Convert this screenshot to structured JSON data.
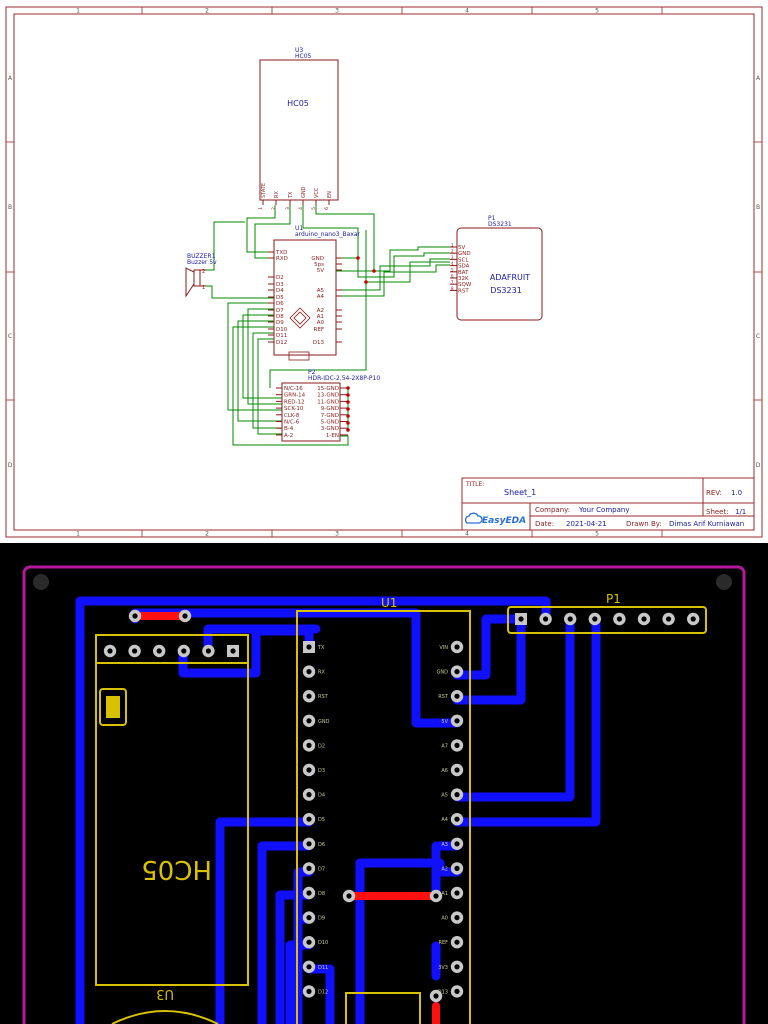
{
  "colors": {
    "frame": "#9b2b2b",
    "symbol": "#8b1a1a",
    "wire": "#008800",
    "label_blue": "#1a1aa0",
    "junction": "#cc0000",
    "pcb_bg": "#000000",
    "pcb_outline": "#b5179e",
    "pcb_silk": "#d8c200",
    "pcb_bottom_trace": "#1010ff",
    "pcb_top_trace": "#ff1010",
    "pcb_pad": "#c8c8c8"
  },
  "frame": {
    "cols": [
      "1",
      "2",
      "3",
      "4",
      "5"
    ],
    "rows": [
      "A",
      "B",
      "C",
      "D"
    ]
  },
  "hc05": {
    "ref": "U3",
    "value": "HC05",
    "label": "HC05",
    "pins": [
      "STATE",
      "RX",
      "TX",
      "GND",
      "VCC",
      "EN"
    ],
    "pin_numbers": [
      "1",
      "2",
      "3",
      "4",
      "5",
      "6"
    ]
  },
  "nano": {
    "ref": "U1",
    "value": "arduino_nano3_Baxar",
    "left_pins": [
      "TXD",
      "RXD",
      "D2",
      "D3",
      "D4",
      "D5",
      "D6",
      "D7",
      "D8",
      "D9",
      "D10",
      "D11",
      "D12"
    ],
    "right_top_pins": [
      "GND",
      "5ps",
      "5V",
      "A5",
      "A4"
    ],
    "right_bottom_pins": [
      "A2",
      "A1",
      "A0",
      "REF",
      "D13"
    ]
  },
  "buzzer": {
    "ref": "BUZZER1",
    "value": "Buzzer 5v",
    "pins": [
      "2",
      "1"
    ]
  },
  "ds3231": {
    "ref": "P1",
    "value": "DS3231",
    "label_line1": "ADAFRUIT",
    "label_line2": "DS3231",
    "pins": [
      "5V",
      "GND",
      "SCL",
      "SDA",
      "BAT",
      "32K",
      "SQW",
      "RST"
    ],
    "pin_numbers": [
      "1",
      "2",
      "3",
      "4",
      "5",
      "6",
      "7",
      "8"
    ]
  },
  "header": {
    "ref": "P2",
    "value": "HDR-IDC-2.54-2X8P-P10",
    "left_pins": [
      "N/C-16",
      "GRN-14",
      "RED-12",
      "SCK-10",
      "CLK-8",
      "N/C-6",
      "B-4",
      "A-2"
    ],
    "right_pins": [
      "15-GND",
      "13-GND",
      "11-GND",
      "9-GND",
      "7-GND",
      "5-GND",
      "3-GND",
      "1-EN"
    ]
  },
  "title_block": {
    "title_label": "TITLE:",
    "title_value": "Sheet_1",
    "rev_label": "REV:",
    "rev_value": "1.0",
    "company_label": "Company:",
    "company_value": "Your Company",
    "sheet_label": "Sheet:",
    "sheet_value": "1/1",
    "date_label": "Date:",
    "date_value": "2021-04-21",
    "drawn_label": "Drawn By:",
    "drawn_value": "Dimas Arif Kurniawan",
    "logo_text": "EasyEDA"
  },
  "pcb": {
    "ds3231_label": "P1",
    "nano_label": "U1",
    "hc05_label": "HC05",
    "u3_label": "U3",
    "nano_left_labels": [
      "TX",
      "RX",
      "RST",
      "GND",
      "D2",
      "D3",
      "D4",
      "D5",
      "D6",
      "D7",
      "D8",
      "D9",
      "D10",
      "D11",
      "D12"
    ],
    "nano_right_labels": [
      "VIN",
      "GND",
      "RST",
      "5V",
      "A7",
      "A6",
      "A5",
      "A4",
      "A3",
      "A2",
      "A1",
      "A0",
      "REF",
      "3V3",
      "D13"
    ]
  }
}
